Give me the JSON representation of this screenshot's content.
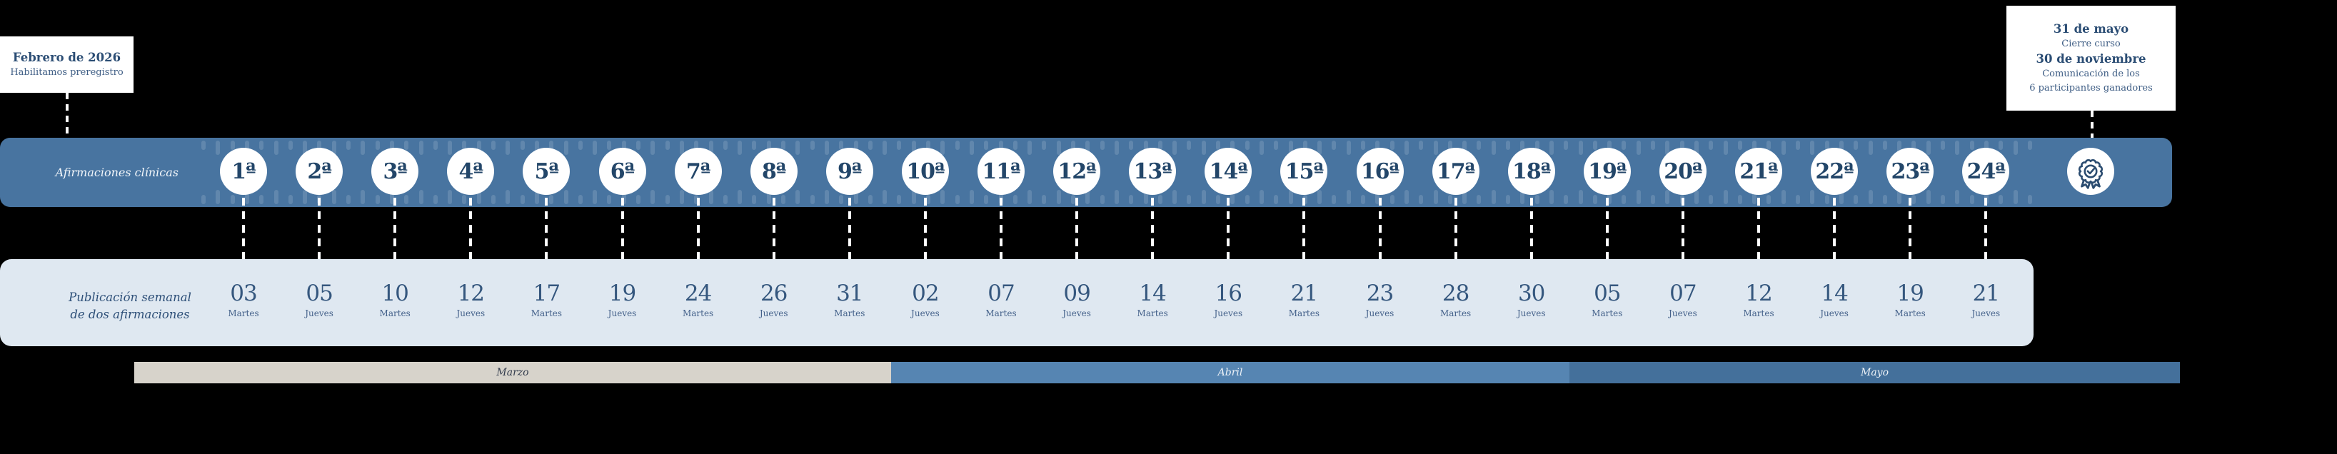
{
  "header_boxes": {
    "left": {
      "title": "Febrero de 2026",
      "subtitle": "Habilitamos preregistro"
    },
    "right": {
      "line1": "31 de mayo",
      "line2": "Cierre curso",
      "line3": "30 de noviembre",
      "line4": "Comunicación de los",
      "line5": "6 participantes ganadores"
    }
  },
  "affirmations_bar": {
    "label": "Afirmaciones clínicas",
    "weeks": [
      "1ª",
      "2ª",
      "3ª",
      "4ª",
      "5ª",
      "6ª",
      "7ª",
      "8ª",
      "9ª",
      "10ª",
      "11ª",
      "12ª",
      "13ª",
      "14ª",
      "15ª",
      "16ª",
      "17ª",
      "18ª",
      "19ª",
      "20ª",
      "21ª",
      "22ª",
      "23ª",
      "24ª"
    ],
    "medal_icon": "award-medal-icon"
  },
  "publications_bar": {
    "label_line1": "Publicación semanal",
    "label_line2": "de dos afirmaciones",
    "dates": [
      {
        "day": "03",
        "weekday": "Martes"
      },
      {
        "day": "05",
        "weekday": "Jueves"
      },
      {
        "day": "10",
        "weekday": "Martes"
      },
      {
        "day": "12",
        "weekday": "Jueves"
      },
      {
        "day": "17",
        "weekday": "Martes"
      },
      {
        "day": "19",
        "weekday": "Jueves"
      },
      {
        "day": "24",
        "weekday": "Martes"
      },
      {
        "day": "26",
        "weekday": "Jueves"
      },
      {
        "day": "31",
        "weekday": "Martes"
      },
      {
        "day": "02",
        "weekday": "Jueves"
      },
      {
        "day": "07",
        "weekday": "Martes"
      },
      {
        "day": "09",
        "weekday": "Jueves"
      },
      {
        "day": "14",
        "weekday": "Martes"
      },
      {
        "day": "16",
        "weekday": "Jueves"
      },
      {
        "day": "21",
        "weekday": "Martes"
      },
      {
        "day": "23",
        "weekday": "Jueves"
      },
      {
        "day": "28",
        "weekday": "Martes"
      },
      {
        "day": "30",
        "weekday": "Jueves"
      },
      {
        "day": "05",
        "weekday": "Martes"
      },
      {
        "day": "07",
        "weekday": "Jueves"
      },
      {
        "day": "12",
        "weekday": "Martes"
      },
      {
        "day": "14",
        "weekday": "Jueves"
      },
      {
        "day": "19",
        "weekday": "Martes"
      },
      {
        "day": "21",
        "weekday": "Jueves"
      }
    ]
  },
  "months_bar": {
    "months": [
      {
        "label": "Marzo"
      },
      {
        "label": "Abril"
      },
      {
        "label": "Mayo"
      }
    ]
  },
  "colors": {
    "background": "#000000",
    "bar_blue": "#4874a0",
    "light_bar": "#dfe8f1",
    "navy_text": "#2b4d74",
    "marzo_tan": "#d7d3cb",
    "abril_blue": "#5685b2",
    "mayo_blue": "#44709b"
  }
}
